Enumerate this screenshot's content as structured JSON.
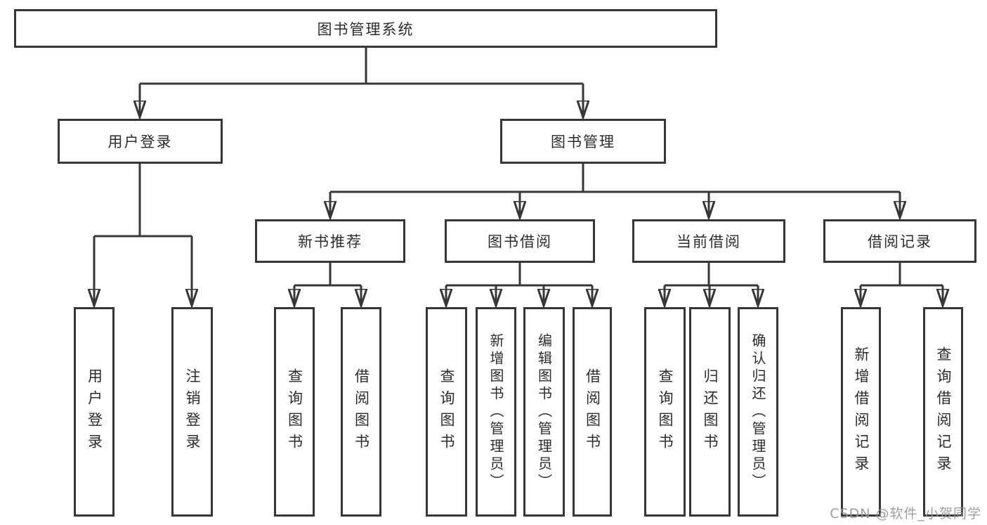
{
  "diagram": {
    "type": "hierarchy-tree",
    "colors": {
      "line": "#373737",
      "border": "#373737",
      "text": "#2c2c2c",
      "box_background": "#ffffff",
      "watermark": "#969696"
    },
    "nodes": {
      "root": {
        "label": "图书管理系统"
      },
      "level2": [
        {
          "label": "用户登录"
        },
        {
          "label": "图书管理"
        }
      ],
      "level3": [
        {
          "label": "新书推荐"
        },
        {
          "label": "图书借阅"
        },
        {
          "label": "当前借阅"
        },
        {
          "label": "借阅记录"
        }
      ],
      "leaves": {
        "user": [
          "用户登录",
          "注销登录"
        ],
        "newbook": [
          "查询图书",
          "借阅图书"
        ],
        "borrow": [
          "查询图书",
          "新增图书（管理员）",
          "编辑图书（管理员）",
          "借阅图书"
        ],
        "current": [
          "查询图书",
          "归还图书",
          "确认归还（管理员）"
        ],
        "records": [
          "新增借阅记录",
          "查询借阅记录"
        ]
      }
    },
    "watermark": {
      "text": "CSDN @软件_小贺同学"
    }
  }
}
